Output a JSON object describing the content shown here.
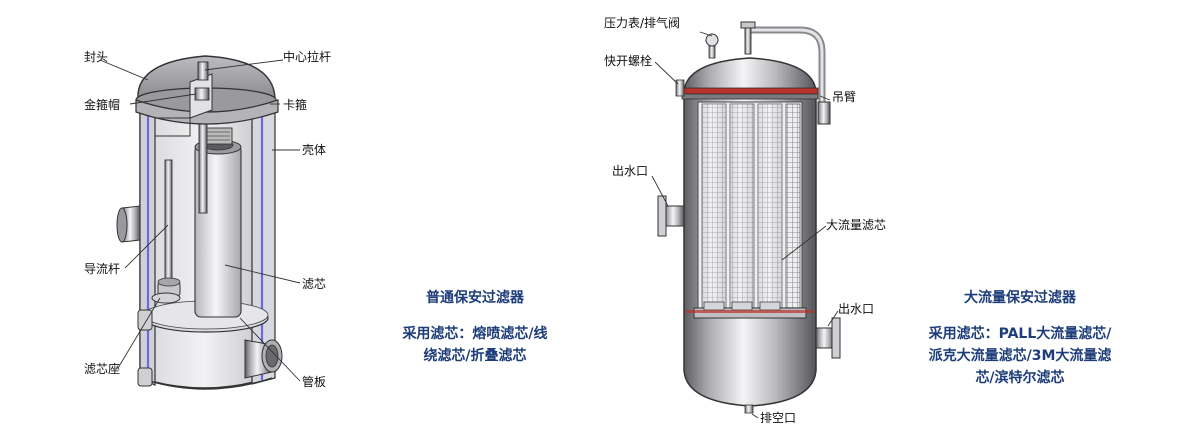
{
  "left_figure": {
    "labels": {
      "feng_tou": "封头",
      "jin_gu_mao": "金箍帽",
      "zhong_xin_la_gan": "中心拉杆",
      "ka_gu": "卡箍",
      "ke_ti": "壳体",
      "dao_liu_gan": "导流杆",
      "lv_xin": "滤芯",
      "lv_xin_zuo": "滤芯座",
      "guan_ban": "管板"
    },
    "caption": {
      "title": "普通保安过滤器",
      "line1": "采用滤芯：熔喷滤芯/线",
      "line2": "绕滤芯/折叠滤芯"
    }
  },
  "right_figure": {
    "labels": {
      "ya_li_biao": "压力表/排气阀",
      "kuai_kai_luo_shuan": "快开螺栓",
      "diao_bi": "吊臂",
      "chu_shui_kou_top": "出水口",
      "da_liu_liang_lv_xin": "大流量滤芯",
      "chu_shui_kou_bottom": "出水口",
      "pai_kong_kou": "排空口"
    },
    "caption": {
      "title": "大流量保安过滤器",
      "line1": "采用滤芯：PALL大流量滤芯/",
      "line2": "派克大流量滤芯/3M大流量滤",
      "line3": "芯/滨特尔滤芯"
    }
  },
  "colors": {
    "caption_text": "#1d3d7a",
    "steel_light": "#e8e8ea",
    "steel_dark": "#6e6e72",
    "accent_red": "#b8322a"
  }
}
